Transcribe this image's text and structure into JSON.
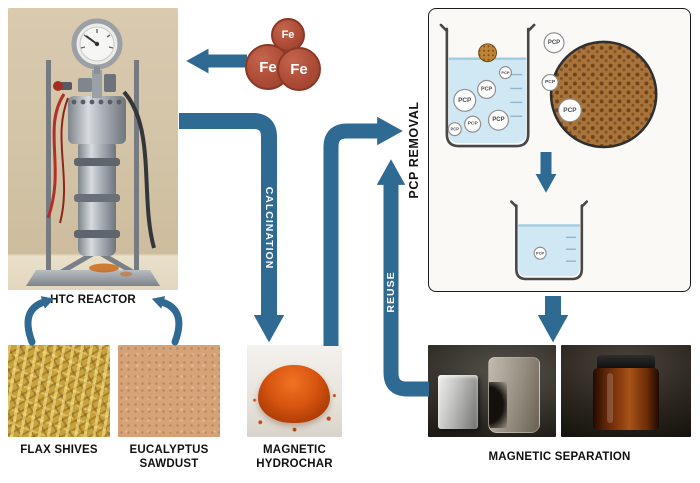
{
  "labels": {
    "reactor": "HTC REACTOR",
    "flax": "FLAX SHIVES",
    "eucalyptus": "EUCALYPTUS SAWDUST",
    "hydrochar": "MAGNETIC HYDROCHAR",
    "separation": "MAGNETIC SEPARATION",
    "calcination": "CALCINATION",
    "reuse": "REUSE",
    "pcp_removal": "PCP REMOVAL",
    "fe": "Fe",
    "pcp": "PCP"
  },
  "colors": {
    "arrow_blue": "#2f6a92",
    "fe_red": "#ad4c37",
    "liquid_blue": "#cfe8f4",
    "hydrochar_orange": "#c8500f",
    "particle_brown": "#a9743c",
    "panel_bg": "#faf9f6"
  }
}
